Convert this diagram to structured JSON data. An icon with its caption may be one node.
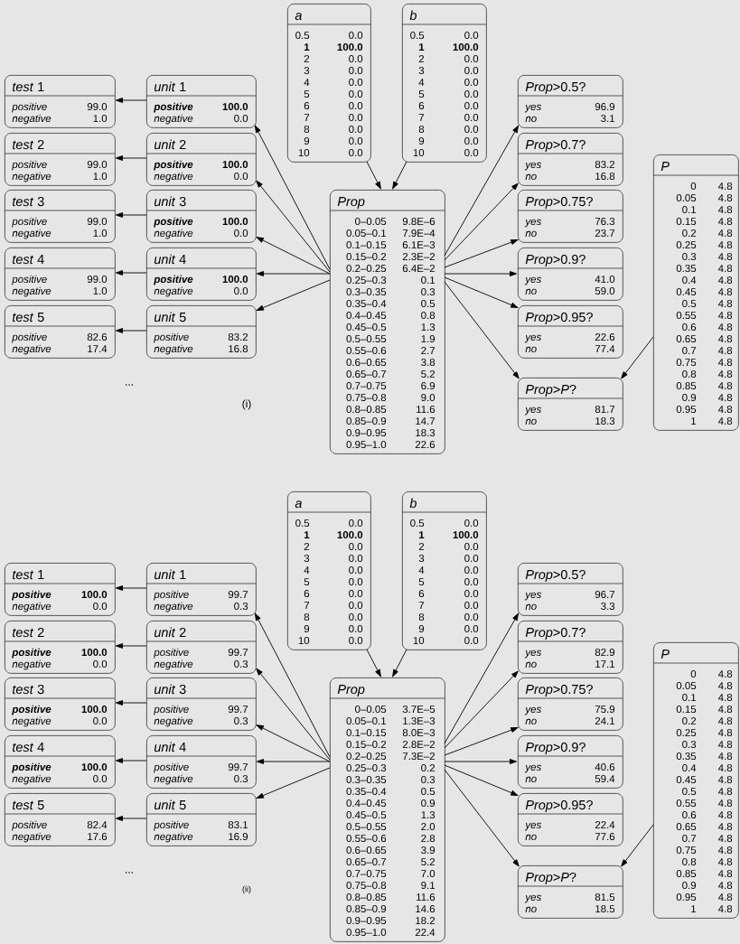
{
  "diagram": {
    "nodes": [
      {
        "text": [
          "a",
          "0.5",
          "0.0",
          "1",
          "100.0",
          "2",
          "0.0",
          "3",
          "0.0",
          "4",
          "0.0",
          "5",
          "0.0",
          "6",
          "0.0",
          "7",
          "0.0",
          "8",
          "0.0",
          "9",
          "0.0",
          "10",
          "0.0"
        ]
      },
      {
        "text": [
          "b",
          "0.5",
          "0.0",
          "1",
          "100.0",
          "2",
          "0.0",
          "3",
          "0.0",
          "4",
          "0.0",
          "5",
          "0.0",
          "6",
          "0.0",
          "7",
          "0.0",
          "8",
          "0.0",
          "9",
          "0.0",
          "10",
          "0.0"
        ]
      },
      {
        "text": [
          "*test* 1",
          "positive",
          "99.0",
          "negative",
          "1.0"
        ]
      },
      {
        "text": [
          "*test* 2",
          "positive",
          "99.0",
          "negative",
          "1.0"
        ]
      },
      {
        "text": [
          "*test* 3",
          "positive",
          "99.0",
          "negative",
          "1.0"
        ]
      },
      {
        "text": [
          "*test* 4",
          "positive",
          "99.0",
          "negative",
          "1.0"
        ]
      },
      {
        "text": [
          "*test* 5",
          "positive",
          "82.6",
          "negative",
          "17.4"
        ]
      },
      {
        "text": [
          "*unit* 1",
          "positive",
          "100.0",
          "negative",
          "0.0"
        ]
      },
      {
        "text": [
          "*unit* 2",
          "positive",
          "100.0",
          "negative",
          "0.0"
        ]
      },
      {
        "text": [
          "*unit* 3",
          "positive",
          "100.0",
          "negative",
          "0.0"
        ]
      },
      {
        "text": [
          "*unit* 4",
          "positive",
          "100.0",
          "negative",
          "0.0"
        ]
      },
      {
        "text": [
          "*unit* 5",
          "positive",
          "83.2",
          "negative",
          "16.8"
        ]
      },
      {
        "text": [
          "Prop",
          "0–0.05",
          "9.8E–6",
          "0.05–0.1",
          "7.9E–4",
          "0.1–0.15",
          "6.1E–3",
          "0.15–0.2",
          "2.3E–2",
          "0.2–0.25",
          "6.4E–2",
          "0.25–0.3",
          "0.1",
          "0.3–0.35",
          "0.3",
          "0.35–0.4",
          "0.5",
          "0.4–0.45",
          "0.8",
          "0.45–0.5",
          "1.3",
          "0.5–0.55",
          "1.9",
          "0.55–0.6",
          "2.7",
          "0.6–0.65",
          "3.8",
          "0.65–0.7",
          "5.2",
          "0.7–0.75",
          "6.9",
          "0.75–0.8",
          "9.0",
          "0.8–0.85",
          "11.6",
          "0.85–0.9",
          "14.7",
          "0.9–0.95",
          "18.3",
          "0.95–1.0",
          "22.6"
        ]
      },
      {
        "text": [
          "*Prop*>0.5?",
          "yes",
          "96.9",
          "no",
          "3.1"
        ]
      },
      {
        "text": [
          "*Prop*>0.7?",
          "yes",
          "83.2",
          "no",
          "16.8"
        ]
      },
      {
        "text": [
          "*Prop*>0.75?",
          "yes",
          "76.3",
          "no",
          "23.7"
        ]
      },
      {
        "text": [
          "*Prop*>0.9?",
          "yes",
          "41.0",
          "no",
          "59.0"
        ]
      },
      {
        "text": [
          "*Prop*>0.95?",
          "yes",
          "22.6",
          "no",
          "77.4"
        ]
      },
      {
        "text": [
          "*Prop*>*P*?",
          "yes",
          "81.7",
          "no",
          "18.3"
        ]
      },
      {
        "text": [
          "P",
          "0",
          "4.8",
          "0.05",
          "4.8",
          "0.1",
          "4.8",
          "0.15",
          "4.8",
          "0.2",
          "4.8",
          "0.25",
          "4.8",
          "0.3",
          "4.8",
          "0.35",
          "4.8",
          "0.4",
          "4.8",
          "0.45",
          "4.8",
          "0.5",
          "4.8",
          "0.55",
          "4.8",
          "0.6",
          "4.8",
          "0.65",
          "4.8",
          "0.7",
          "4.8",
          "0.75",
          "4.8",
          "0.8",
          "4.8",
          "0.85",
          "4.8",
          "0.9",
          "4.8",
          "0.95",
          "4.8",
          "1",
          "4.8"
        ]
      },
      {
        "text": [
          "a",
          "0.5",
          "0.0",
          "1",
          "100.0",
          "2",
          "0.0",
          "3",
          "0.0",
          "4",
          "0.0",
          "5",
          "0.0",
          "6",
          "0.0",
          "7",
          "0.0",
          "8",
          "0.0",
          "9",
          "0.0",
          "10",
          "0.0"
        ]
      },
      {
        "text": [
          "b",
          "0.5",
          "0.0",
          "1",
          "100.0",
          "2",
          "0.0",
          "3",
          "0.0",
          "4",
          "0.0",
          "5",
          "0.0",
          "6",
          "0.0",
          "7",
          "0.0",
          "8",
          "0.0",
          "9",
          "0.0",
          "10",
          "0.0"
        ]
      },
      {
        "text": [
          "*test* 1",
          "positive",
          "100.0",
          "negative",
          "0.0"
        ]
      },
      {
        "text": [
          "*test* 2",
          "positive",
          "100.0",
          "negative",
          "0.0"
        ]
      },
      {
        "text": [
          "*test* 3",
          "positive",
          "100.0",
          "negative",
          "0.0"
        ]
      },
      {
        "text": [
          "*test* 4",
          "positive",
          "100.0",
          "negative",
          "0.0"
        ]
      },
      {
        "text": [
          "*test* 5",
          "positive",
          "82.4",
          "negative",
          "17.6"
        ]
      },
      {
        "text": [
          "*unit* 1",
          "positive",
          "99.7",
          "negative",
          "0.3"
        ]
      },
      {
        "text": [
          "*unit* 2",
          "positive",
          "99.7",
          "negative",
          "0.3"
        ]
      },
      {
        "text": [
          "*unit* 3",
          "positive",
          "99.7",
          "negative",
          "0.3"
        ]
      },
      {
        "text": [
          "*unit* 4",
          "positive",
          "99.7",
          "negative",
          "0.3"
        ]
      },
      {
        "text": [
          "*unit* 5",
          "positive",
          "83.1",
          "negative",
          "16.9"
        ]
      },
      {
        "text": [
          "Prop",
          "0–0.05",
          "3.7E–5",
          "0.05–0.1",
          "1.3E–3",
          "0.1–0.15",
          "8.0E–3",
          "0.15–0.2",
          "2.8E–2",
          "0.2–0.25",
          "7.3E–2",
          "0.25–0.3",
          "0.2",
          "0.3–0.35",
          "0.3",
          "0.35–0.4",
          "0.5",
          "0.4–0.45",
          "0.9",
          "0.45–0.5",
          "1.3",
          "0.5–0.55",
          "2.0",
          "0.55–0.6",
          "2.8",
          "0.6–0.65",
          "3.9",
          "0.65–0.7",
          "5.2",
          "0.7–0.75",
          "7.0",
          "0.75–0.8",
          "9.1",
          "0.8–0.85",
          "11.6",
          "0.85–0.9",
          "14.6",
          "0.9–0.95",
          "18.2",
          "0.95–1.0",
          "22.4"
        ]
      },
      {
        "text": [
          "*Prop*>0.5?",
          "yes",
          "96.7",
          "no",
          "3.3"
        ]
      },
      {
        "text": [
          "*Prop*>0.7?",
          "yes",
          "82.9",
          "no",
          "17.1"
        ]
      },
      {
        "text": [
          "*Prop*>0.75?",
          "yes",
          "75.9",
          "no",
          "24.1"
        ]
      },
      {
        "text": [
          "*Prop*>0.9?",
          "yes",
          "40.6",
          "no",
          "59.4"
        ]
      },
      {
        "text": [
          "*Prop*>0.95?",
          "yes",
          "22.4",
          "no",
          "77.6"
        ]
      },
      {
        "text": [
          "*Prop*>*P*?",
          "yes",
          "81.5",
          "no",
          "18.5"
        ]
      },
      {
        "text": [
          "P",
          "0",
          "4.8",
          "0.05",
          "4.8",
          "0.1",
          "4.8",
          "0.15",
          "4.8",
          "0.2",
          "4.8",
          "0.25",
          "4.8",
          "0.3",
          "4.8",
          "0.35",
          "4.8",
          "0.4",
          "4.8",
          "0.45",
          "4.8",
          "0.5",
          "4.8",
          "0.55",
          "4.8",
          "0.6",
          "4.8",
          "0.65",
          "4.8",
          "0.7",
          "4.8",
          "0.75",
          "4.8",
          "0.8",
          "4.8",
          "0.85",
          "4.8",
          "0.9",
          "4.8",
          "0.95",
          "4.8",
          "1",
          "4.8"
        ]
      }
    ],
    "edges": [
      {
        "from": 7,
        "to": 2,
        "arrow": "to"
      },
      {
        "from": 8,
        "to": 3,
        "arrow": "to"
      },
      {
        "from": 9,
        "to": 4,
        "arrow": "to"
      },
      {
        "from": 10,
        "to": 5,
        "arrow": "to"
      },
      {
        "from": 11,
        "to": 6,
        "arrow": "to"
      },
      {
        "from": 12,
        "to": 7,
        "arrow": "to"
      },
      {
        "from": 12,
        "to": 8,
        "arrow": "to"
      },
      {
        "from": 12,
        "to": 9,
        "arrow": "to"
      },
      {
        "from": 12,
        "to": 10,
        "arrow": "to"
      },
      {
        "from": 12,
        "to": 11,
        "arrow": "to"
      },
      {
        "from": 0,
        "to": 12,
        "arrow": "to"
      },
      {
        "from": 1,
        "to": 12,
        "arrow": "to"
      },
      {
        "from": 12,
        "to": 13,
        "arrow": "to"
      },
      {
        "from": 12,
        "to": 14,
        "arrow": "to"
      },
      {
        "from": 12,
        "to": 15,
        "arrow": "to"
      },
      {
        "from": 12,
        "to": 16,
        "arrow": "to"
      },
      {
        "from": 12,
        "to": 17,
        "arrow": "to"
      },
      {
        "from": 12,
        "to": 18,
        "arrow": "to"
      },
      {
        "from": 19,
        "to": 18,
        "arrow": "to"
      },
      {
        "from": 27,
        "to": 22,
        "arrow": "to"
      },
      {
        "from": 28,
        "to": 23,
        "arrow": "to"
      },
      {
        "from": 29,
        "to": 24,
        "arrow": "to"
      },
      {
        "from": 30,
        "to": 25,
        "arrow": "to"
      },
      {
        "from": 31,
        "to": 26,
        "arrow": "to"
      },
      {
        "from": 32,
        "to": 27,
        "arrow": "to"
      },
      {
        "from": 32,
        "to": 28,
        "arrow": "to"
      },
      {
        "from": 32,
        "to": 29,
        "arrow": "to"
      },
      {
        "from": 32,
        "to": 30,
        "arrow": "to"
      },
      {
        "from": 32,
        "to": 31,
        "arrow": "to"
      },
      {
        "from": 20,
        "to": 32,
        "arrow": "to"
      },
      {
        "from": 21,
        "to": 32,
        "arrow": "to"
      },
      {
        "from": 32,
        "to": 33,
        "arrow": "to"
      },
      {
        "from": 32,
        "to": 34,
        "arrow": "to"
      },
      {
        "from": 32,
        "to": 35,
        "arrow": "to"
      },
      {
        "from": 32,
        "to": 36,
        "arrow": "to"
      },
      {
        "from": 32,
        "to": 37,
        "arrow": "to"
      },
      {
        "from": 32,
        "to": 38,
        "arrow": "to"
      },
      {
        "from": 39,
        "to": 38,
        "arrow": "to"
      }
    ],
    "labels": [
      "...",
      "(i)",
      "...",
      "(ii)"
    ]
  }
}
